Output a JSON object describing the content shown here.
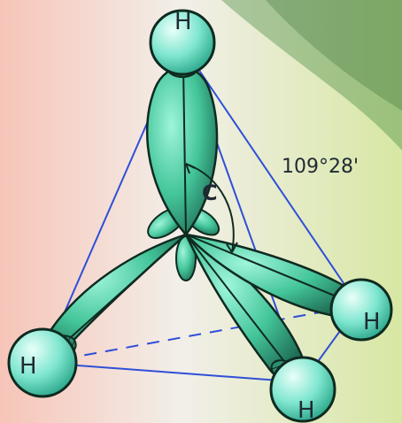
{
  "molecule": {
    "center_atom": "C",
    "hydrogens": [
      {
        "id": "top",
        "label": "H"
      },
      {
        "id": "right",
        "label": "H"
      },
      {
        "id": "left",
        "label": "H"
      },
      {
        "id": "front",
        "label": "H"
      }
    ],
    "bond_angle": "109°28'"
  },
  "colors": {
    "lobe_fill": "#3fbf94",
    "lobe_edge": "#0f2a20",
    "sphere_fill": "#6fe0c6",
    "tetra_line": "#2f4fd8",
    "text": "#1f2a33"
  }
}
